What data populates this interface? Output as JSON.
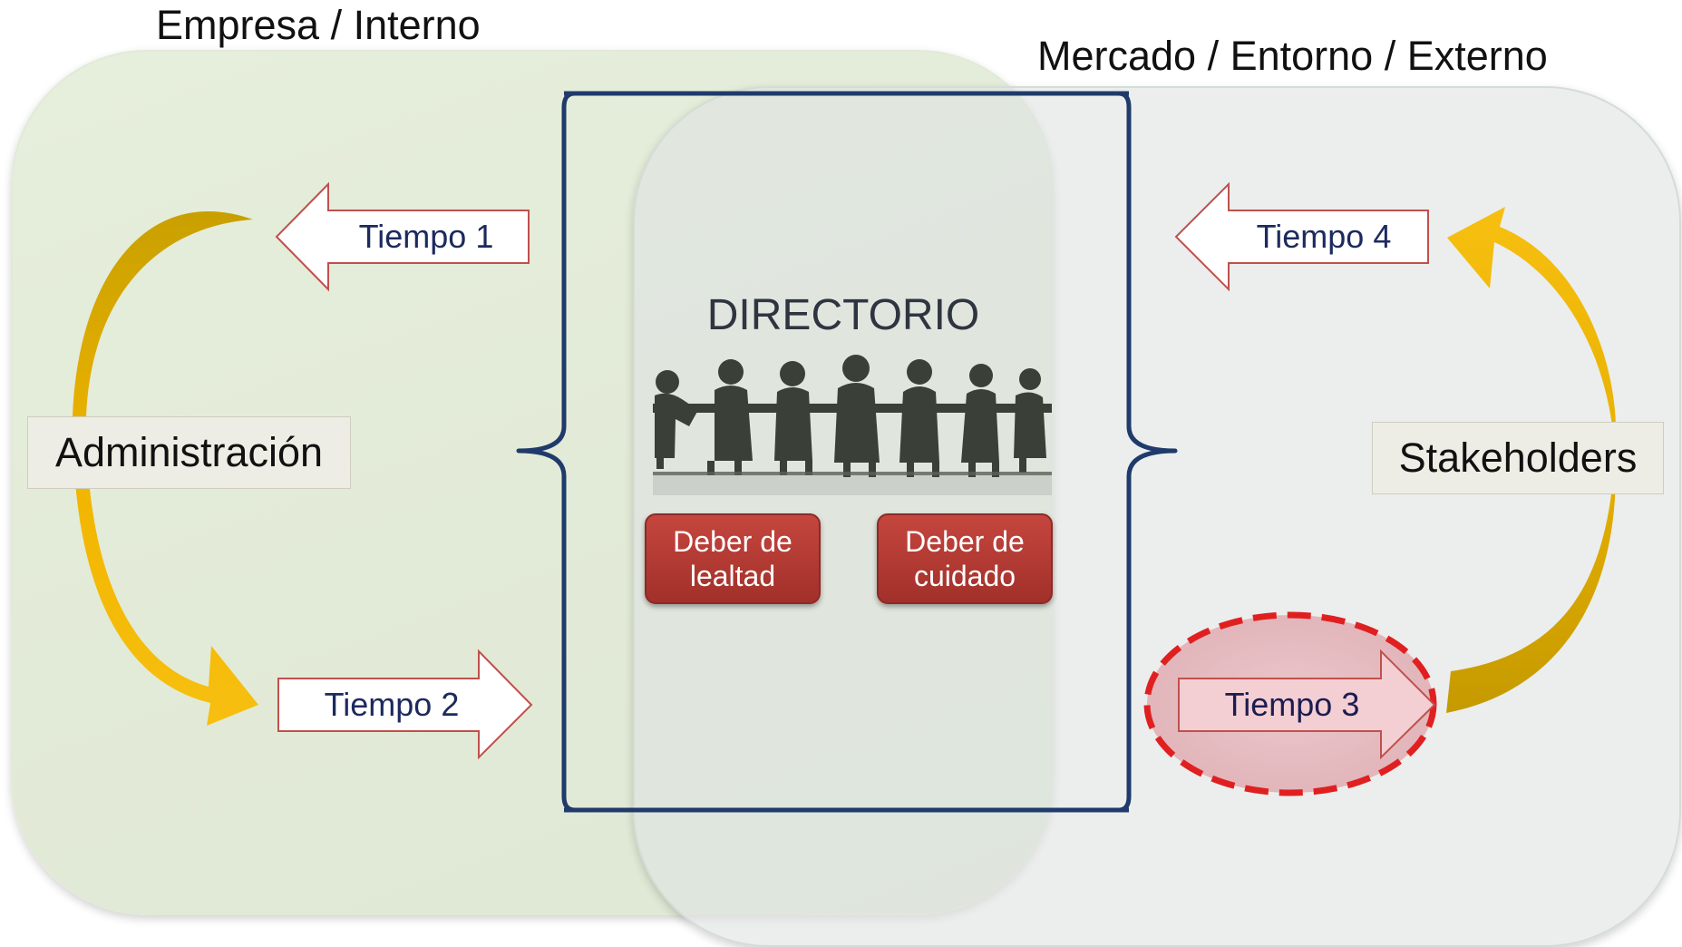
{
  "regions": {
    "internal_label": "Empresa / Interno",
    "external_label": "Mercado / Entorno / Externo"
  },
  "center": {
    "title": "DIRECTORIO",
    "duties": [
      {
        "line1": "Deber de",
        "line2": "lealtad"
      },
      {
        "line1": "Deber de",
        "line2": "cuidado"
      }
    ]
  },
  "nodes": {
    "administration": "Administración",
    "stakeholders": "Stakeholders"
  },
  "arrows": {
    "tiempo1": "Tiempo 1",
    "tiempo2": "Tiempo 2",
    "tiempo3": "Tiempo 3",
    "tiempo4": "Tiempo 4"
  },
  "highlight": {
    "target": "tiempo3"
  },
  "colors": {
    "internal_region": "#e2ead8",
    "external_region": "#dee4e2",
    "bracket": "#1f3a6b",
    "duty_box": "#b03a33",
    "cycle_arrow_light": "#f5b800",
    "cycle_arrow_dark": "#c9a000",
    "arrow_border": "#c0504d",
    "highlight": "#e02020"
  },
  "icons": {
    "board": "board-meeting-silhouette-icon"
  }
}
